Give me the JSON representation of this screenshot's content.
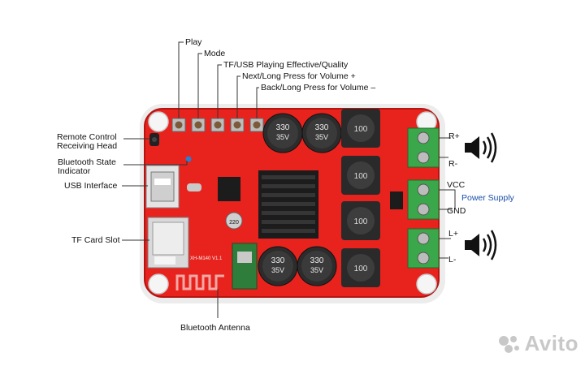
{
  "labels": {
    "play": "Play",
    "mode": "Mode",
    "tf_usb_quality": "TF/USB Playing Effective/Quality",
    "next_volume_up": "Next/Long Press for Volume +",
    "back_volume_down": "Back/Long Press for Volume –",
    "remote_control_line1": "Remote Control",
    "remote_control_line2": "Receiving Head",
    "bt_state_line1": "Bluetooth State",
    "bt_state_line2": "Indicator",
    "usb_interface": "USB Interface",
    "tf_card_slot": "TF Card Slot",
    "bluetooth_antenna": "Bluetooth Antenna",
    "r_plus": "R+",
    "r_minus": "R-",
    "vcc": "VCC",
    "power_supply": "Power Supply",
    "gnd": "GND",
    "l_plus": "L+",
    "l_minus": "L-"
  },
  "capacitors": {
    "value": "330",
    "voltage": "35V"
  },
  "inductor_value": "100",
  "small_cap": "220",
  "board_model": "XH-M140 V1.1",
  "watermark": "Avito",
  "colors": {
    "pcb": "#e8221d",
    "pcb_edge": "#b51410",
    "label_text": "#111111",
    "power_supply_text": "#1a4fa8",
    "terminal": "#3aa84a",
    "heatsink": "#1c1c1c",
    "antenna_module": "#2f7d3b"
  }
}
